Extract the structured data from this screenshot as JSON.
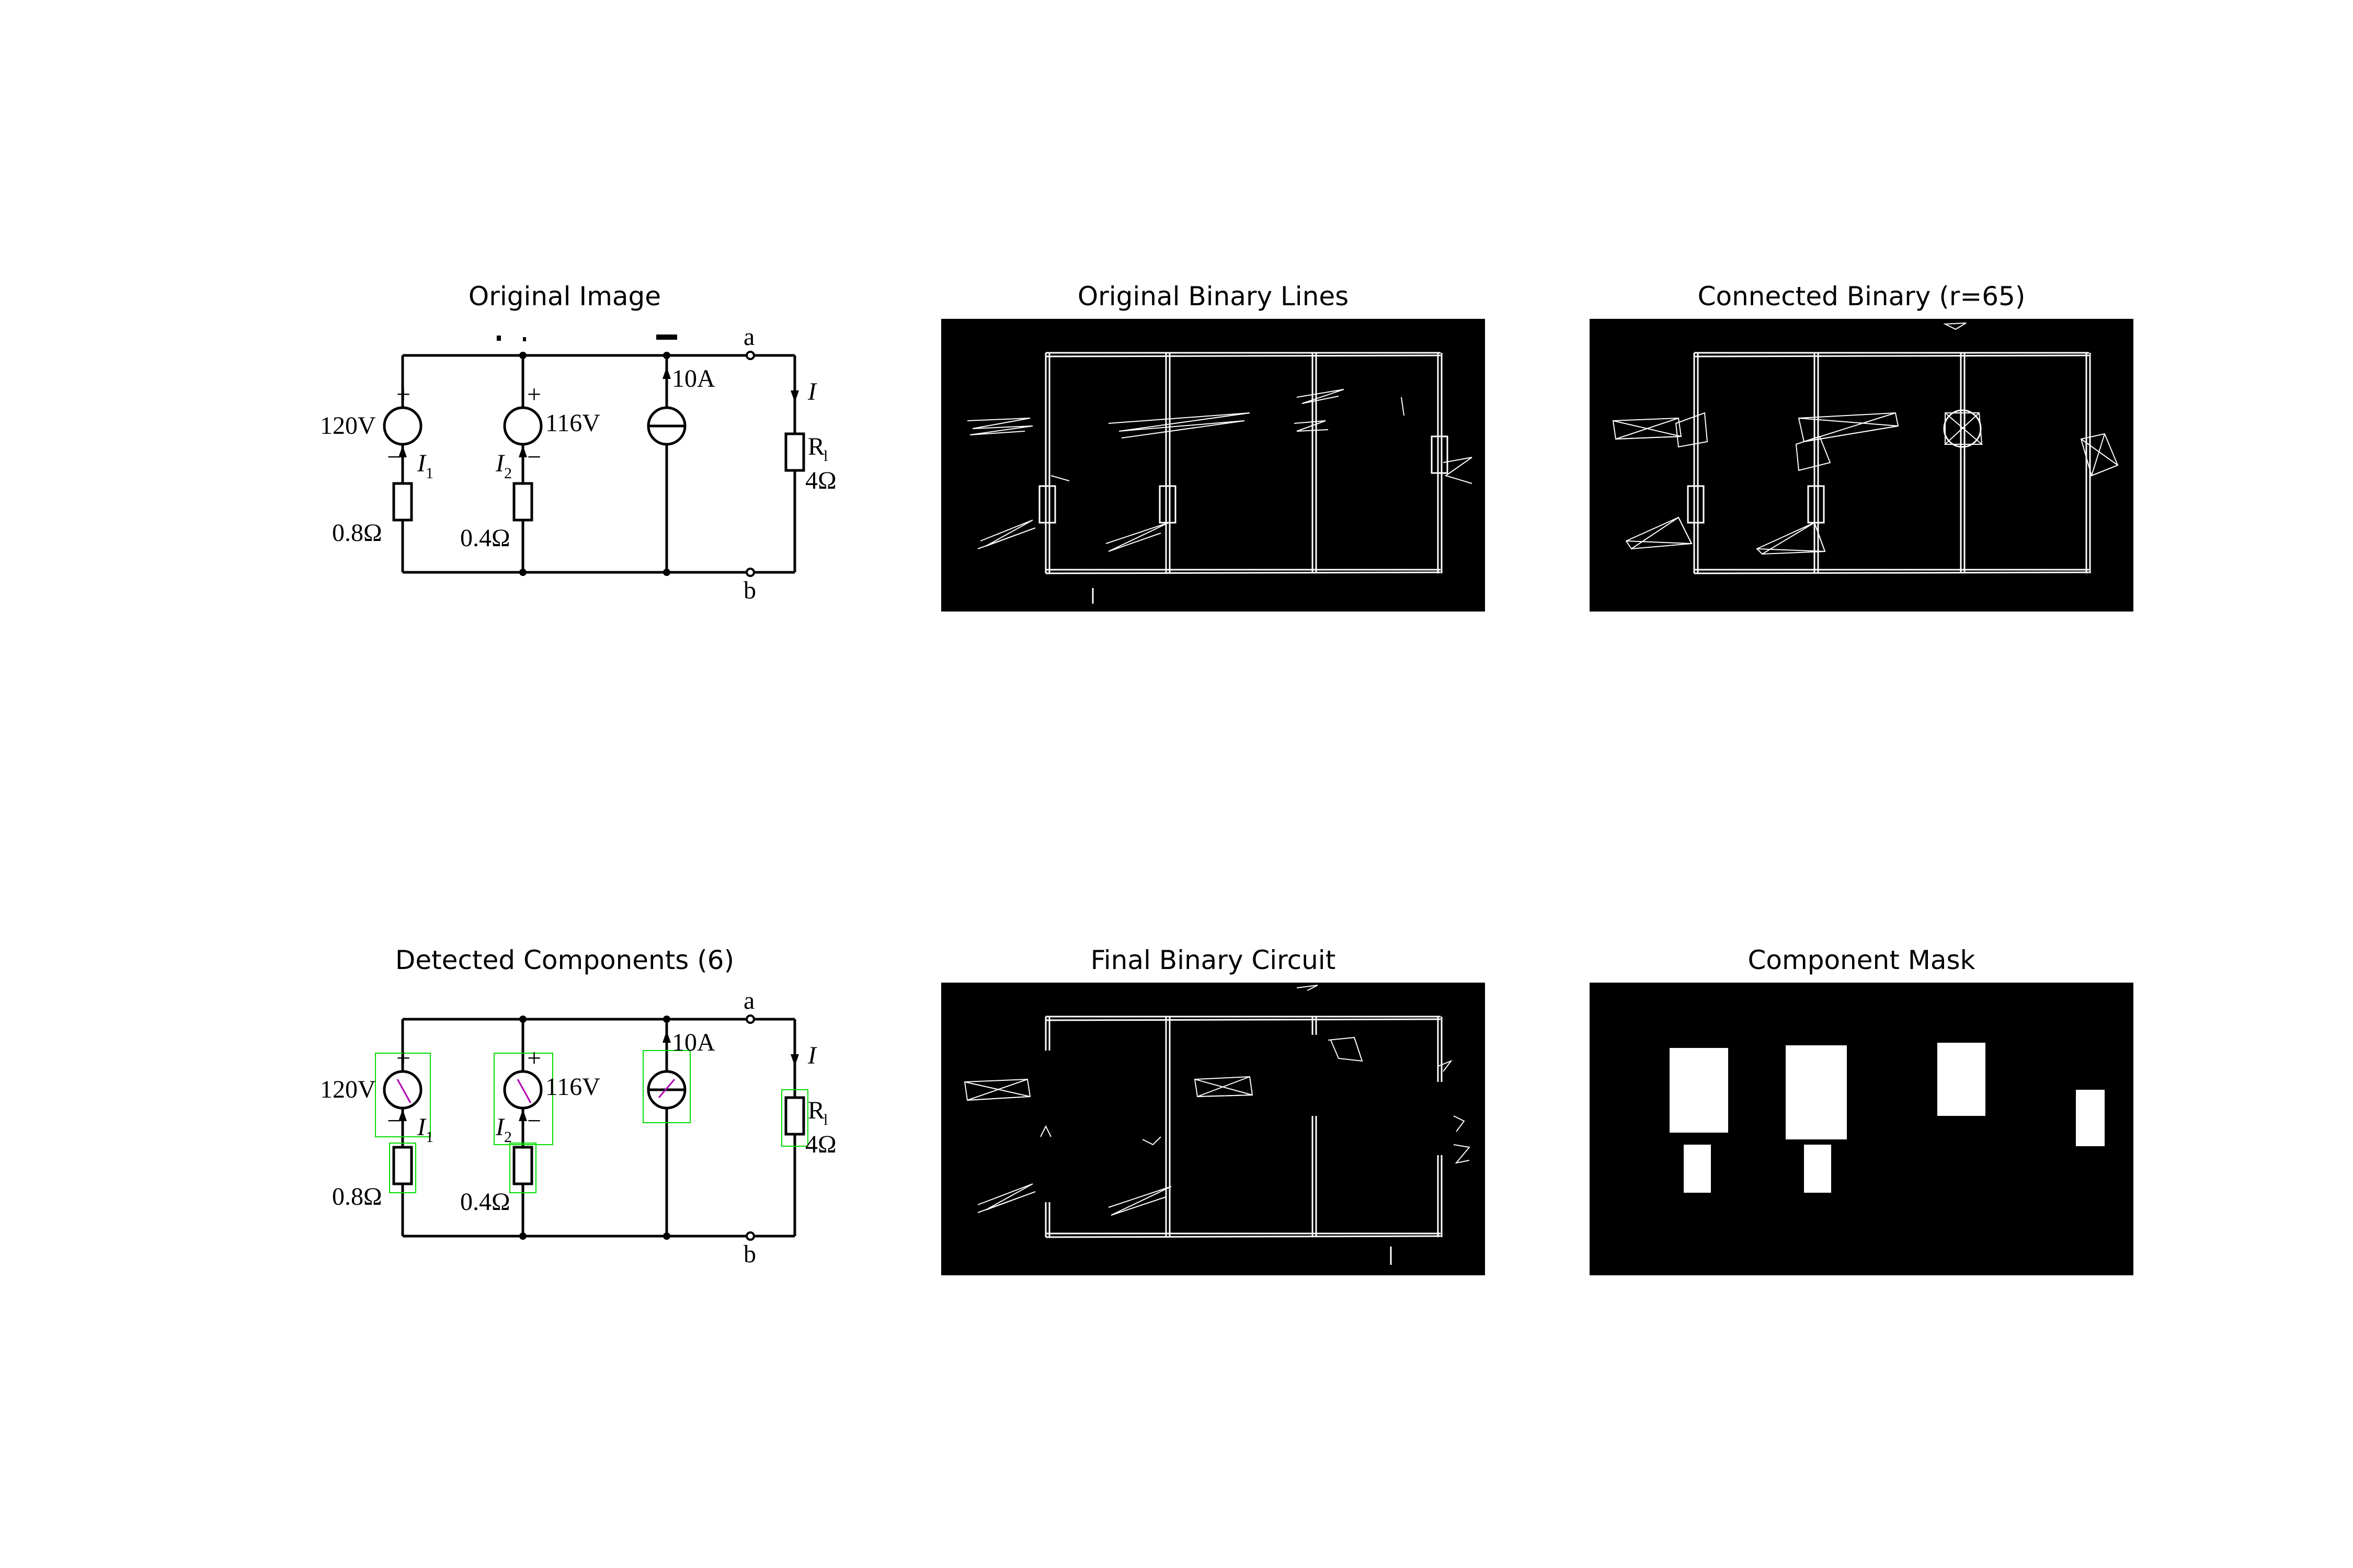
{
  "figure": {
    "panels": [
      {
        "id": "original",
        "title": "Original Image"
      },
      {
        "id": "binary_lines",
        "title": "Original Binary Lines"
      },
      {
        "id": "connected",
        "title": "Connected Binary (r=65)"
      },
      {
        "id": "detected",
        "title": "Detected Components (6)"
      },
      {
        "id": "final_binary",
        "title": "Final Binary Circuit"
      },
      {
        "id": "mask",
        "title": "Component Mask"
      }
    ]
  },
  "circuit": {
    "v1_value": "120V",
    "v2_value": "116V",
    "cs_value": "10A",
    "r1_value": "0.8Ω",
    "r2_value": "0.4Ω",
    "rl_value": "4Ω",
    "rl_name": "R",
    "rl_sub": "l",
    "current_main": "I",
    "current_1": "I",
    "current_1_sub": "1",
    "current_2": "I",
    "current_2_sub": "2",
    "node_a": "a",
    "node_b": "b",
    "plus_sign": "+",
    "minus_sign": "−"
  },
  "colors": {
    "ink": "#000000",
    "panel_bg": "#000000",
    "lines": "#ffffff",
    "detection_box": "#00dd00",
    "detection_mark": "#b000b0"
  }
}
